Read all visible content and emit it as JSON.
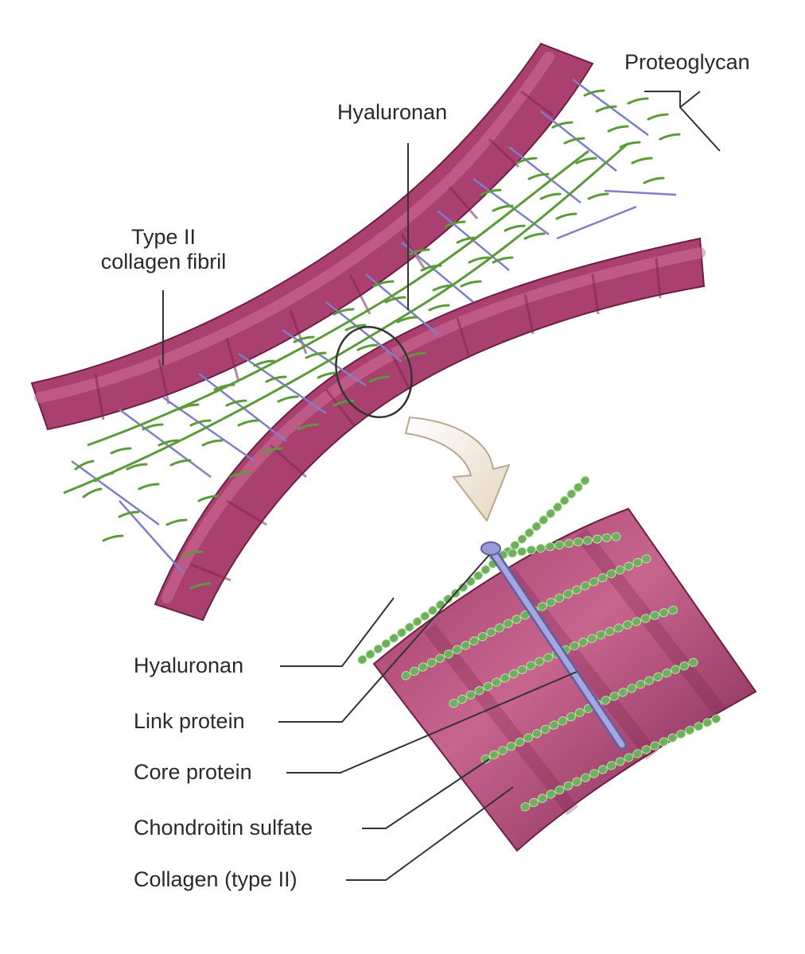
{
  "labels": {
    "proteoglycan": "Proteoglycan",
    "hyaluronan_top": "Hyaluronan",
    "type2_line1": "Type II",
    "type2_line2": "collagen fibril",
    "legend": [
      "Hyaluronan",
      "Link protein",
      "Core protein",
      "Chondroitin sulfate",
      "Collagen (type II)"
    ]
  },
  "colors": {
    "fibril": "#a9406f",
    "fibril_light": "#c45a8a",
    "fibril_dark": "#7e2850",
    "gag_green": "#5c9a3a",
    "core_blue": "#7e7fc4",
    "bead_green": "#b8e3a4",
    "bead_stroke": "#6fae5e",
    "arrow_fill": "#f2e6d6",
    "arrow_stroke": "#b9a891",
    "leader": "#333333"
  }
}
